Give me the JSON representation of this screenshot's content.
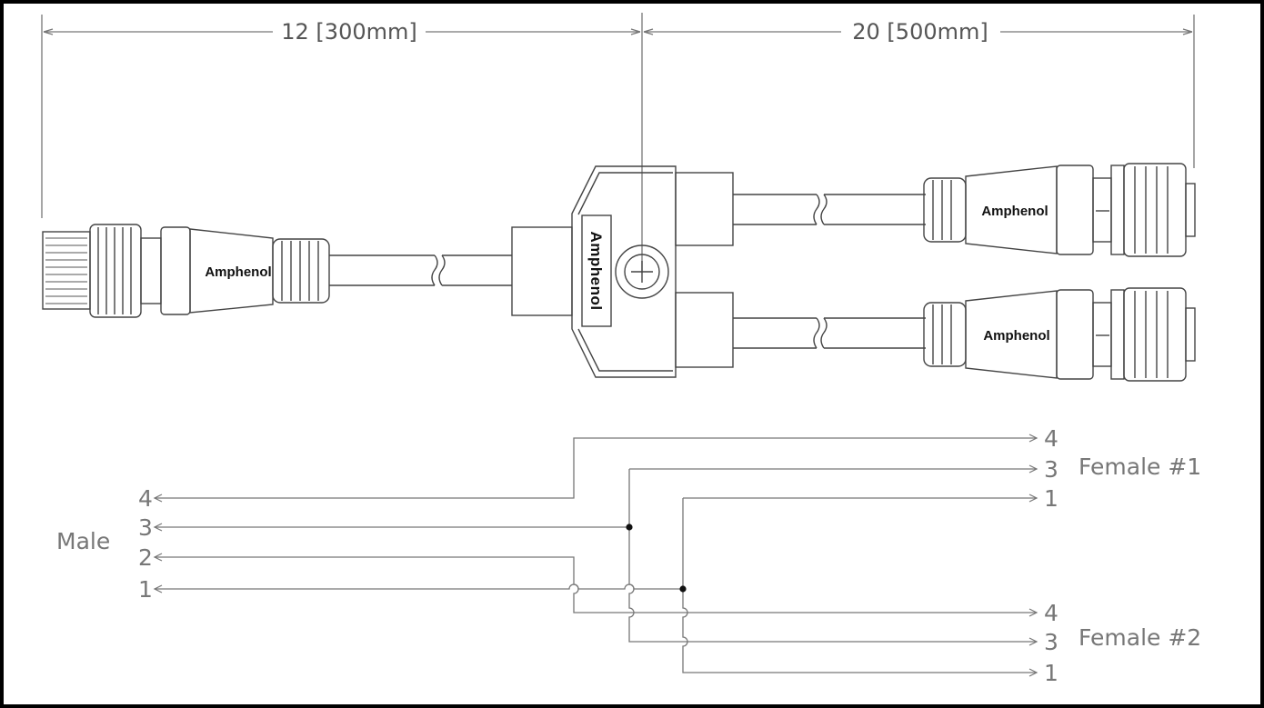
{
  "dimensions": {
    "left": "12 [300mm]",
    "right": "20 [500mm]"
  },
  "brand": "Amphenol",
  "connectors": {
    "male": "Male",
    "female1": "Female #1",
    "female2": "Female #2"
  },
  "pins": {
    "male": [
      "4",
      "3",
      "2",
      "1"
    ],
    "female1": [
      "4",
      "3",
      "1"
    ],
    "female2": [
      "4",
      "3",
      "1"
    ]
  }
}
